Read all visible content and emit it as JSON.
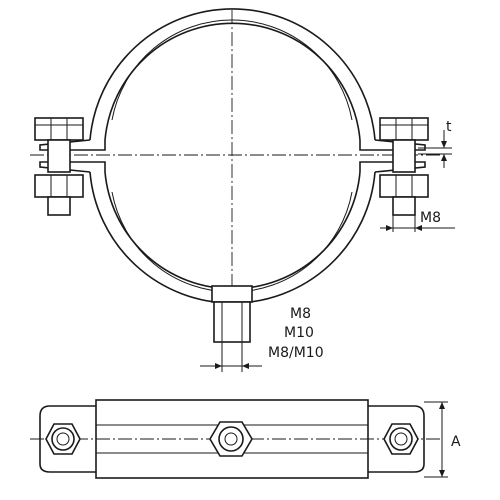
{
  "diagram": {
    "labels": {
      "thickness": "t",
      "bolt_size": "M8",
      "thread_options": [
        "M8",
        "M10",
        "M8/M10"
      ],
      "base_width": "A"
    },
    "colors": {
      "line": "#1a1a1a",
      "background": "#ffffff"
    }
  }
}
